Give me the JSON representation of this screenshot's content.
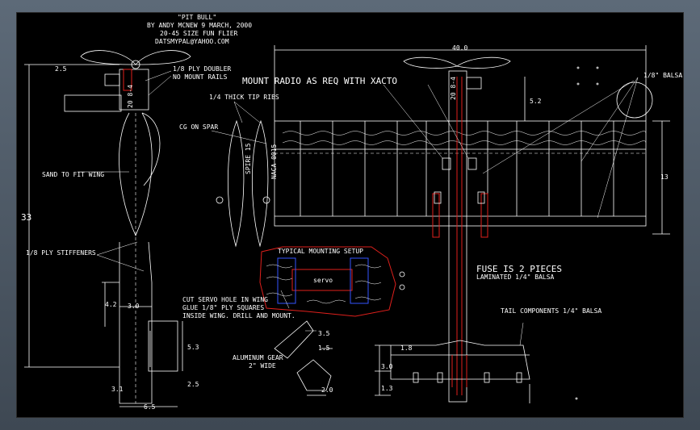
{
  "title": {
    "name": "\"PIT BULL\"",
    "author": "BY ANDY MCNEW 9 MARCH, 2000",
    "size": "20-45 SIZE FUN FLIER",
    "email": "DATSMYPAL@YAHOO.COM"
  },
  "labels": {
    "ply_doubler": "1/8 PLY DOUBLER",
    "mount_rails": "NO MOUNT RAILS",
    "thick_tip": "1/4 THICK TIP RIBS",
    "cg": "CG ON SPAR",
    "sand": "SAND TO FIT WING",
    "stiffeners": "1/8 PLY STIFFENERS",
    "mount_radio": "MOUNT RADIO AS REQ WITH XACTO",
    "balsa_18": "1/8\" BALSA",
    "typical": "TYPICAL MOUNTING SETUP",
    "servo": "servo",
    "cut_servo_1": "CUT SERVO HOLE IN WING",
    "cut_servo_2": "GLUE 1/8\" PLY SQUARES",
    "cut_servo_3": "INSIDE WING. DRILL AND MOUNT.",
    "fuse_1": "FUSE IS 2 PIECES",
    "fuse_2": "LAMINATED 1/4\" BALSA",
    "tail": "TAIL COMPONENTS 1/4\" BALSA",
    "gear_1": "ALUMINUM GEAR",
    "gear_2": "2\" WIDE",
    "rib_1": "SPIRE 15",
    "rib_2": "NACA 0015",
    "rib_3": "20 8-4",
    "rib_4": "20 8-4"
  },
  "dimensions": {
    "d33": "33",
    "d25a": "2.5",
    "d40": "40.0",
    "d52": "5.2",
    "d13": "13",
    "d42": "4.2",
    "d30": "3.0",
    "d53": "5.3",
    "d25b": "2.5",
    "d3": "3.1",
    "d65": "6.5",
    "d35": "3.5",
    "d15": "1.5",
    "d20": "2.0",
    "d18": "1.8",
    "d30b": "3.0",
    "d13b": "1.3"
  },
  "colors": {
    "background": "#000000",
    "lines": "#ffffff",
    "red": "#e0201c",
    "blue": "#3355ff",
    "frame": "#4f5b67"
  }
}
